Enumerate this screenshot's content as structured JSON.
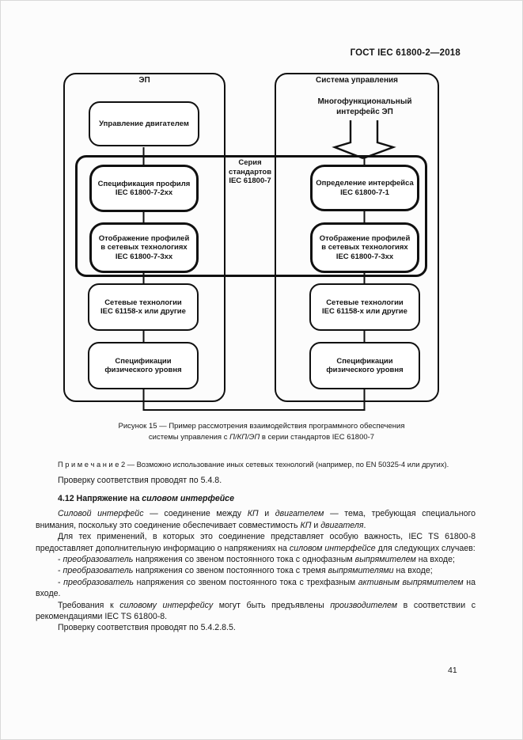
{
  "page": {
    "header": "ГОСТ IEC 61800-2—2018",
    "page_number": "41"
  },
  "figure": {
    "left_title": "ЭП",
    "right_title": "Система управления",
    "interface_label": "Многофункциональный\nинтерфейс ЭП",
    "series_label": "Серия\nстандартов\nIEC 61800-7",
    "left_boxes": {
      "motor_control": "Управление двигателем",
      "profile_spec": "Спецификация профиля\nIEC 61800-7-2xx",
      "profile_mapping": "Отображение профилей\nв сетевых технологиях\nIEC 61800-7-3xx",
      "network": "Сетевые технологии\nIEC 61158-х или другие",
      "physical": "Спецификации\nфизического уровня"
    },
    "right_boxes": {
      "interface_def": "Определение интерфейса\nIEC 61800-7-1",
      "profile_mapping": "Отображение профилей\nв сетевых технологиях\nIEC 61800-7-3xx",
      "network": "Сетевые технологии\nIEC 61158-х или другие",
      "physical": "Спецификации\nфизического уровня"
    },
    "caption_runs": [
      {
        "t": "Рисунок 15 — Пример рассмотрения взаимодействия программного обеспечения\nсистемы управления с "
      },
      {
        "t": "П/КП/ЭП",
        "i": true
      },
      {
        "t": " в серии стандартов IEC 61800-7"
      }
    ]
  },
  "content": {
    "paragraphs": [
      {
        "runs": [
          {
            "t": "П р и м е ч а н и е  2 — Возможно использование иных сетевых технологий (например, по EN 50325-4 или других)."
          }
        ]
      },
      {
        "runs": [
          {
            "t": "Проверку соответствия проводят по 5.4.8."
          }
        ]
      },
      {
        "runs": [
          {
            "t": "4.12 Напряжение на ",
            "b": true
          },
          {
            "t": "силовом интерфейсе",
            "b": true,
            "i": true
          }
        ]
      },
      {
        "runs": [
          {
            "t": "Силовой интерфейс",
            "i": true
          },
          {
            "t": " — соединение между "
          },
          {
            "t": "КП",
            "i": true
          },
          {
            "t": " и "
          },
          {
            "t": "двигателем",
            "i": true
          },
          {
            "t": " — тема, требующая специального внимания, поскольку это соединение обеспечивает совместимость "
          },
          {
            "t": "КП",
            "i": true
          },
          {
            "t": " и "
          },
          {
            "t": "двигателя",
            "i": true
          },
          {
            "t": "."
          }
        ]
      },
      {
        "runs": [
          {
            "t": "Для тех применений, в которых это соединение представляет особую важность, IEC TS 61800-8 предоставляет дополнительную информацию о напряжениях на "
          },
          {
            "t": "силовом интерфейсе",
            "i": true
          },
          {
            "t": " для следующих случаев:"
          }
        ]
      },
      {
        "runs": [
          {
            "t": "- "
          },
          {
            "t": "преобразователь",
            "i": true
          },
          {
            "t": " напряжения со звеном постоянного тока с однофазным "
          },
          {
            "t": "выпрямителем",
            "i": true
          },
          {
            "t": " на входе;"
          }
        ]
      },
      {
        "runs": [
          {
            "t": "- "
          },
          {
            "t": "преобразователь",
            "i": true
          },
          {
            "t": " напряжения со звеном постоянного тока с тремя "
          },
          {
            "t": "выпрямителями",
            "i": true
          },
          {
            "t": " на входе;"
          }
        ]
      },
      {
        "runs": [
          {
            "t": "- "
          },
          {
            "t": "преобразователь",
            "i": true
          },
          {
            "t": " напряжения со звеном постоянного тока с трехфазным "
          },
          {
            "t": "активным выпрямителем",
            "i": true
          },
          {
            "t": " на входе."
          }
        ]
      },
      {
        "runs": [
          {
            "t": "Требования к "
          },
          {
            "t": "силовому интерфейсу",
            "i": true
          },
          {
            "t": " могут быть предъявлены "
          },
          {
            "t": "производителем",
            "i": true
          },
          {
            "t": " в соответствии с рекомендациями IEC TS 61800-8."
          }
        ]
      },
      {
        "runs": [
          {
            "t": "Проверку соответствия проводят по 5.4.2.8.5."
          }
        ]
      }
    ]
  }
}
